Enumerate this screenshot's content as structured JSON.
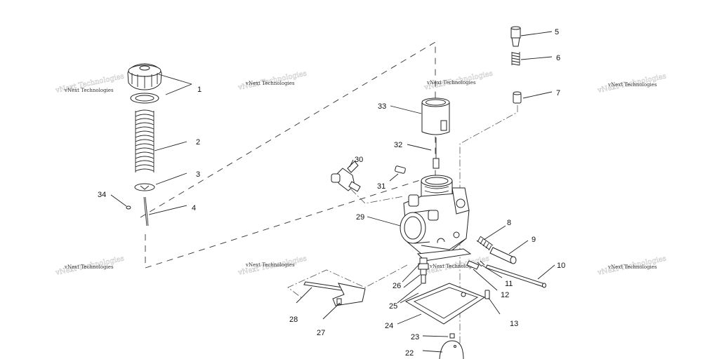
{
  "watermark": {
    "line1": "vNext Technologies",
    "line2": "vNext Technologies"
  },
  "labels": [
    "1",
    "2",
    "3",
    "4",
    "5",
    "6",
    "7",
    "8",
    "9",
    "10",
    "11",
    "12",
    "13",
    "22",
    "23",
    "24",
    "25",
    "26",
    "27",
    "28",
    "29",
    "30",
    "31",
    "32",
    "33",
    "34"
  ]
}
